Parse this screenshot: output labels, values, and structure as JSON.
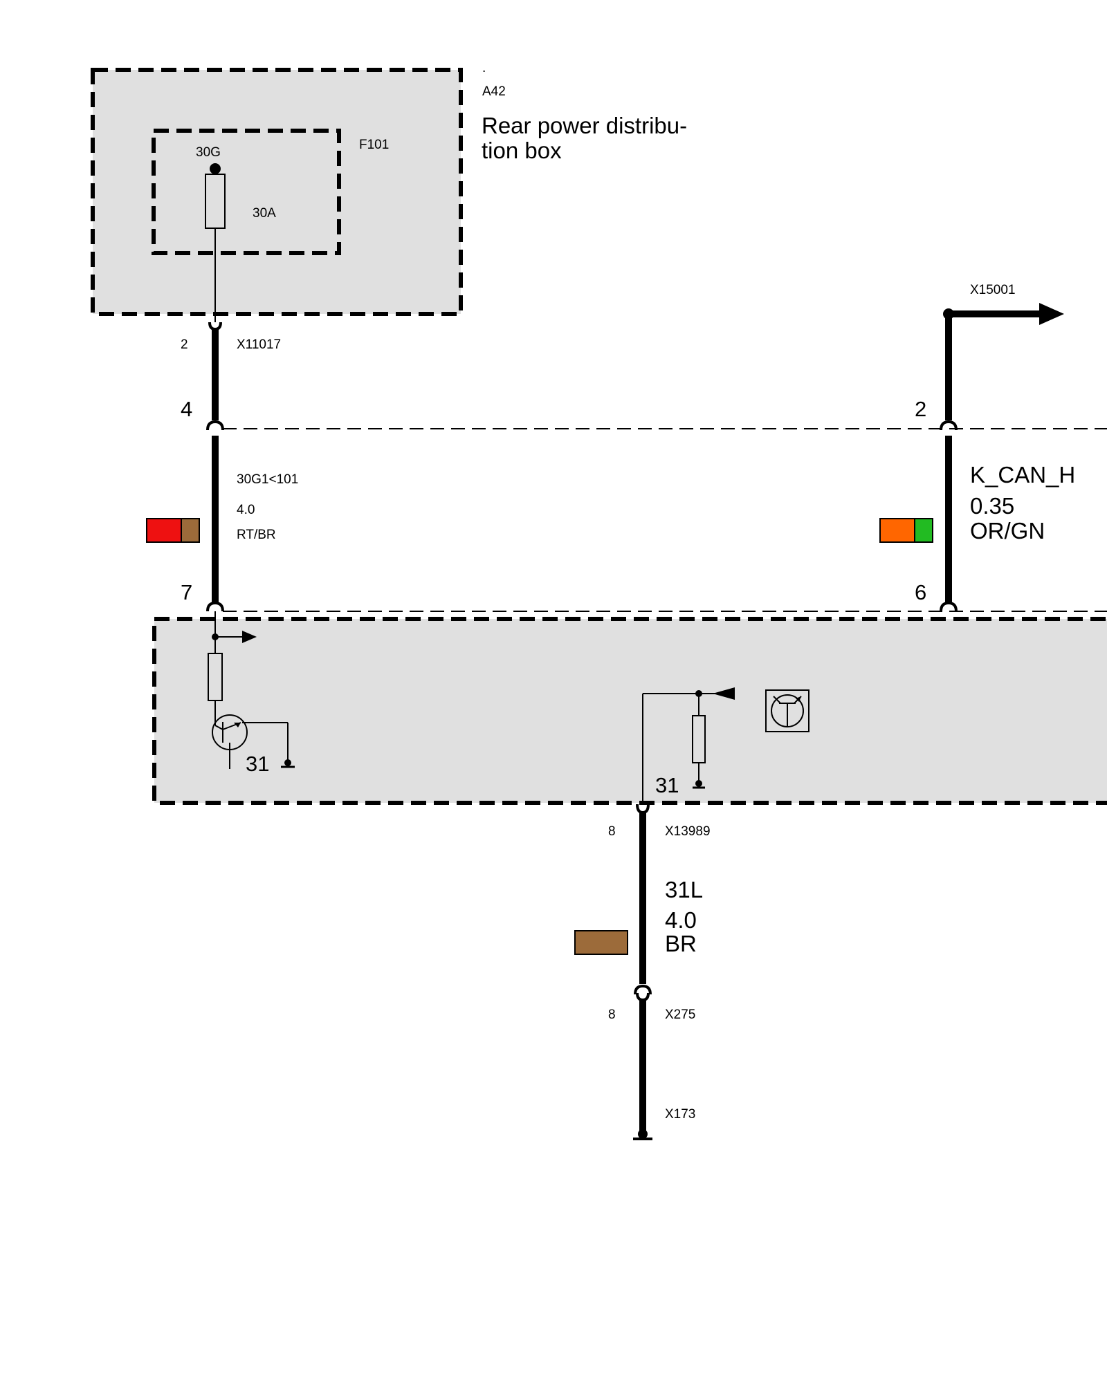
{
  "module_a42": {
    "dot": ".",
    "ref": "A42",
    "name_line1": "Rear power distribu-",
    "name_line2": "tion box"
  },
  "fuse": {
    "ref": "F101",
    "terminal": "30G",
    "rating": "30A"
  },
  "wire_left": {
    "connector_top": "X11017",
    "connector_top_pin": "2",
    "pin_upper": "4",
    "pin_lower": "7",
    "signal": "30G1<101",
    "gauge": "4.0",
    "color": "RT/BR",
    "swatch_colors": [
      "#ee1111",
      "#9c6b3a"
    ]
  },
  "wire_right": {
    "connector_top": "X15001",
    "pin_upper": "2",
    "pin_lower": "6",
    "signal": "K_CAN_H",
    "gauge": "0.35",
    "color": "OR/GN",
    "swatch_colors": [
      "#ff6600",
      "#22bb22"
    ]
  },
  "lower_module": {
    "ground_left": "31",
    "ground_mid": "31"
  },
  "wire_ground": {
    "connector_top": "X13989",
    "connector_top_pin": "8",
    "signal": "31L",
    "gauge": "4.0",
    "color": "BR",
    "swatch_colors": [
      "#9c6b3a"
    ],
    "connector_bottom": "X275",
    "connector_bottom_pin": "8",
    "ground_point": "X173"
  },
  "colors": {
    "module_fill": "#e0e0e0",
    "line": "#000000"
  }
}
